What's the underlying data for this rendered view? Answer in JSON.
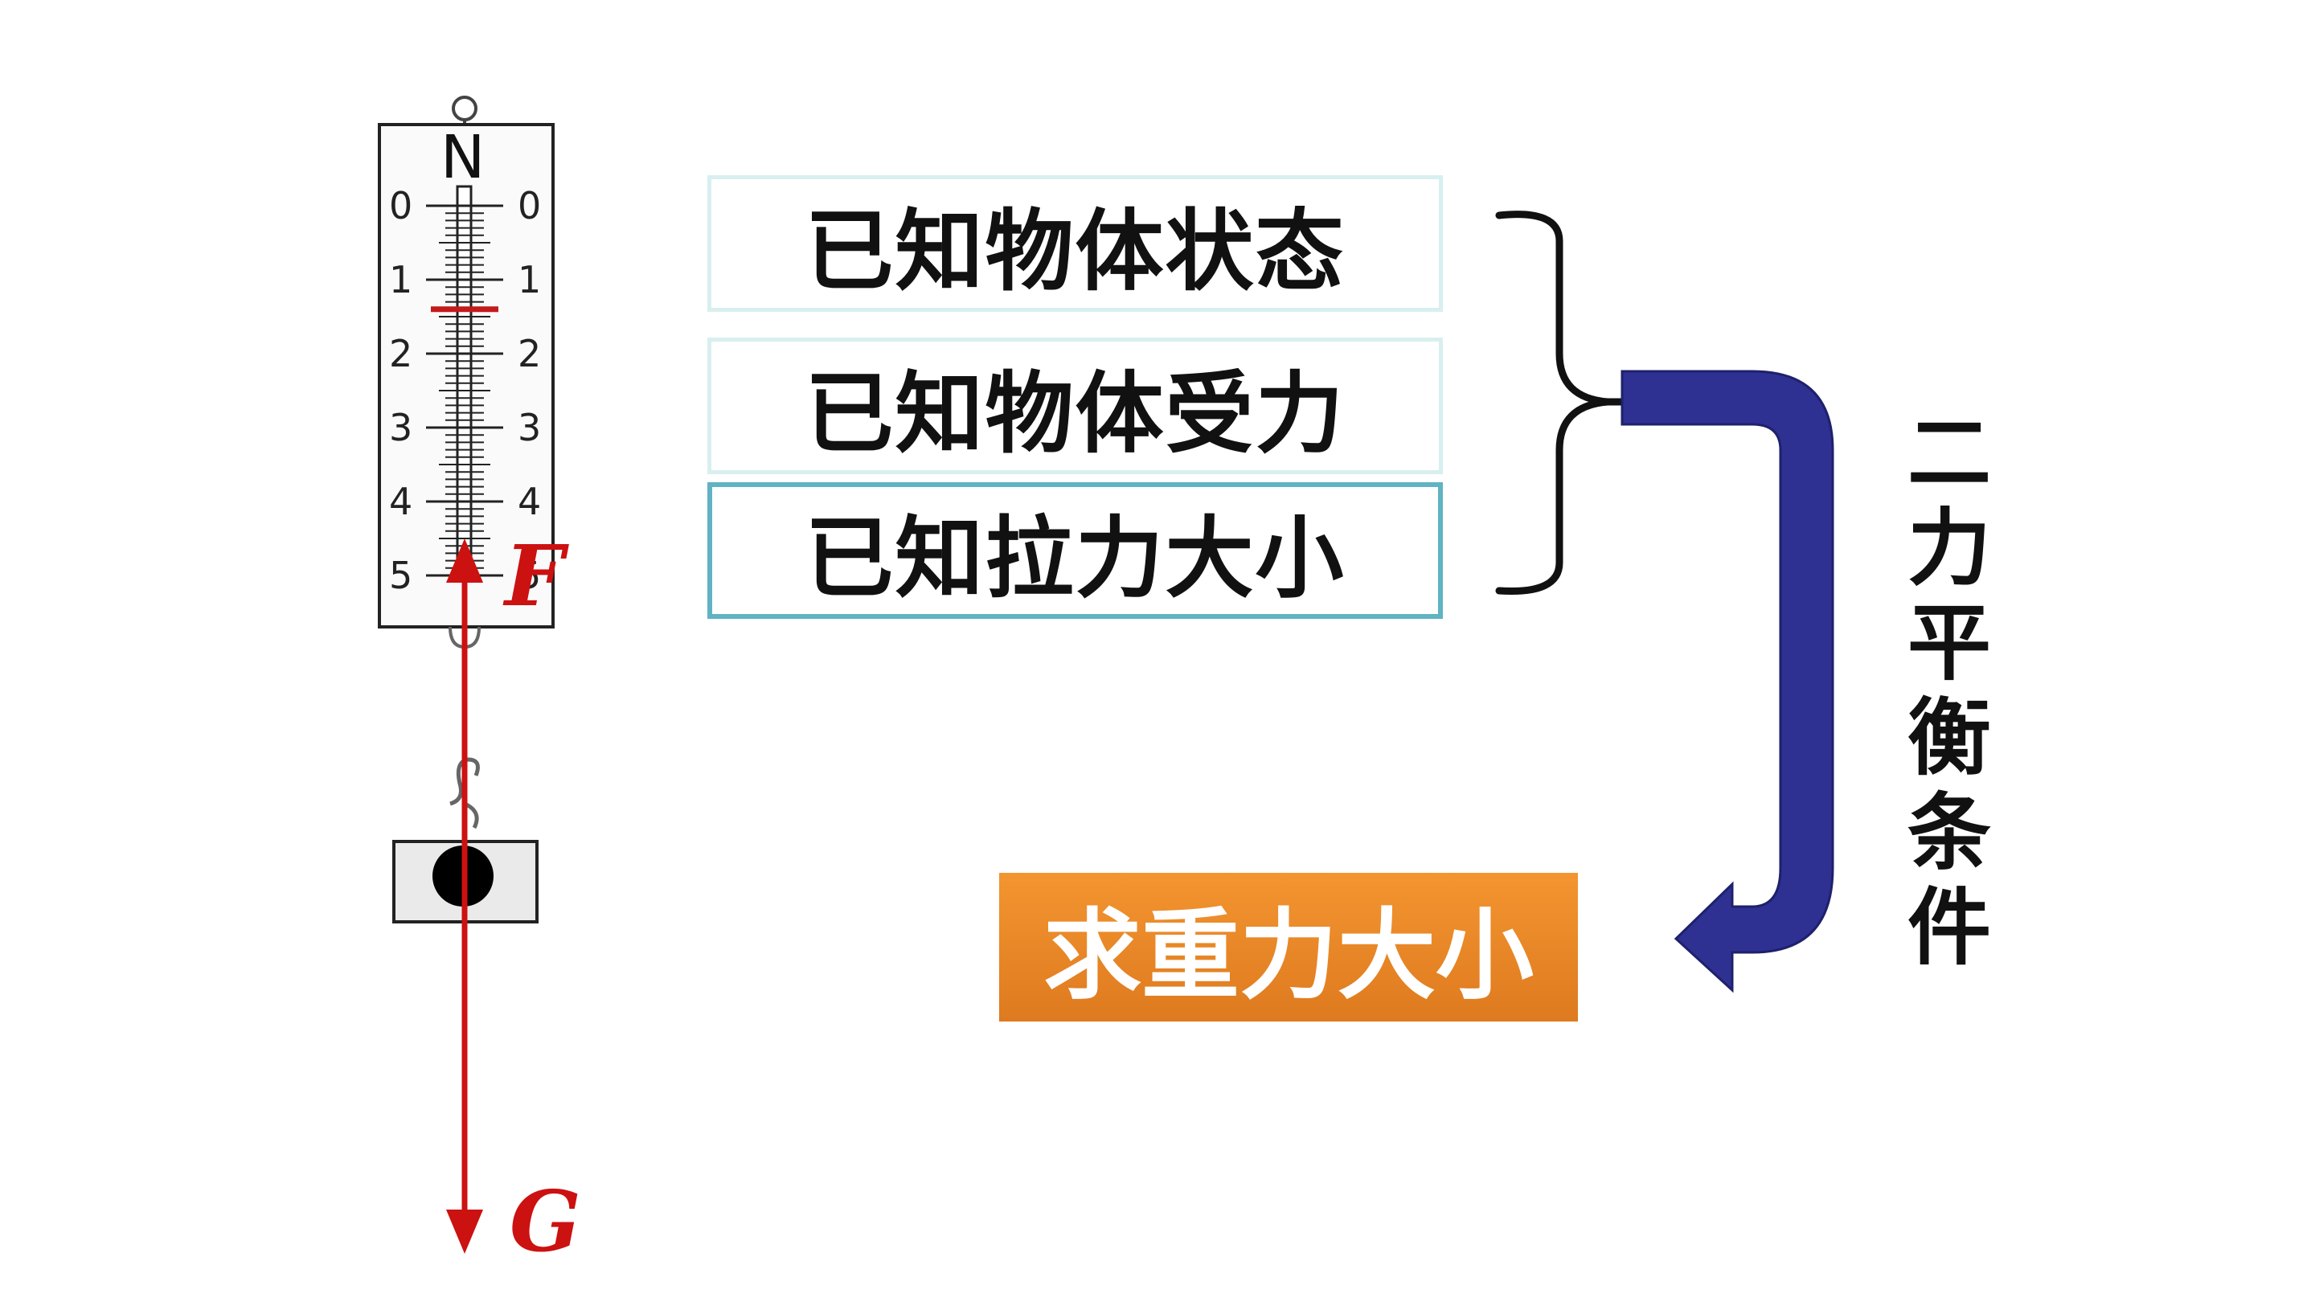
{
  "spring_scale": {
    "unit": "N",
    "left_scale": [
      "0",
      "1",
      "2",
      "3",
      "4",
      "5"
    ],
    "right_scale": [
      "0",
      "1",
      "2",
      "3",
      "4",
      "5"
    ],
    "reading": 1.4,
    "pointer_color": "#c41a1a"
  },
  "forces": {
    "up_label": "F",
    "down_label": "G",
    "color": "#cc1111"
  },
  "known": {
    "state": "已知物体状态",
    "forces": "已知物体受力",
    "tension": "已知拉力大小"
  },
  "condition": [
    "二",
    "力",
    "平",
    "衡",
    "条",
    "件"
  ],
  "result": "求重力大小",
  "colors": {
    "arrow": "#2e3192",
    "result_bg": "#ec8a29",
    "box_border_light": "#d9efef",
    "box_border_accent": "#5fb3c3"
  }
}
